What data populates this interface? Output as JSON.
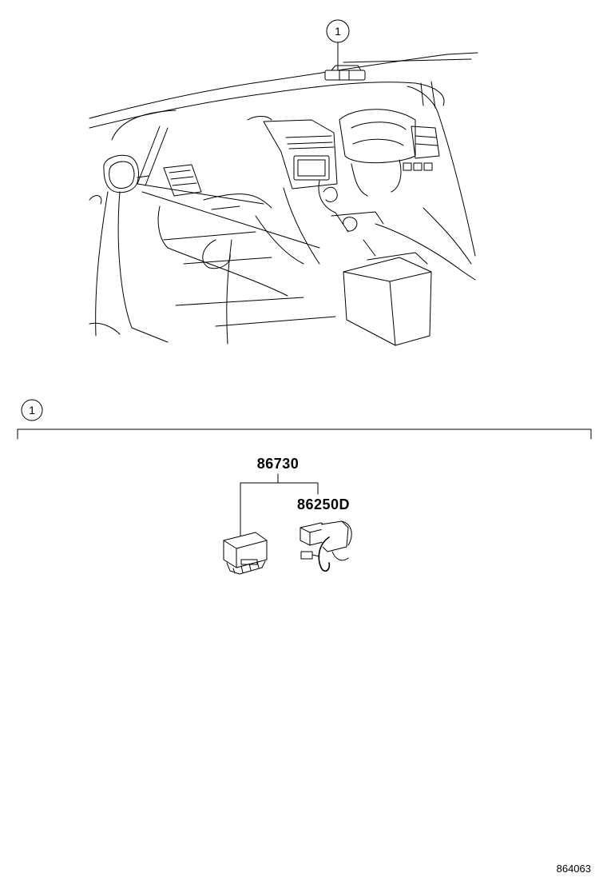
{
  "diagram": {
    "top_callout": {
      "number": "1"
    },
    "section_callout": {
      "number": "1"
    },
    "parts": [
      {
        "part_number": "86730"
      },
      {
        "part_number": "86250D"
      }
    ],
    "figure_id": "864063"
  }
}
